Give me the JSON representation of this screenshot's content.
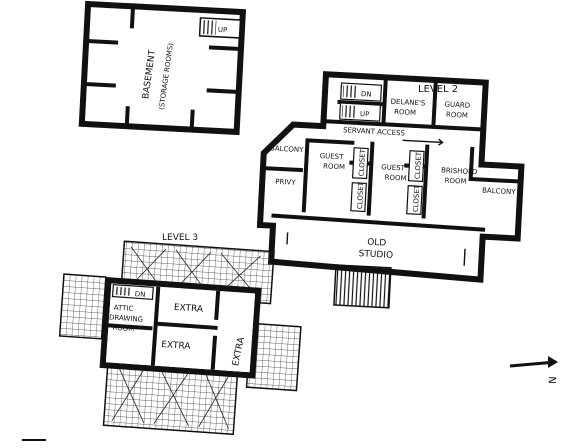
{
  "basement": {
    "title": "BASEMENT",
    "subtitle": "(STORAGE ROOMS)",
    "stairs": "UP"
  },
  "level2": {
    "title": "LEVEL 2",
    "stairs_down": "DN",
    "stairs_up": "UP",
    "rooms": {
      "delanes_room_1": "DELANE'S",
      "delanes_room_2": "ROOM",
      "guard_room_1": "GUARD",
      "guard_room_2": "ROOM",
      "servant_access": "SERVANT ACCESS",
      "balcony_left": "BALCONY",
      "guest_room_1_a": "GUEST",
      "guest_room_1_b": "ROOM",
      "guest_room_2_a": "GUEST",
      "guest_room_2_b": "ROOM",
      "bedroom_1": "BRISHOLD",
      "bedroom_2": "ROOM",
      "balcony_right": "BALCONY",
      "privy": "PRIVY",
      "studio_1": "OLD",
      "studio_2": "STUDIO",
      "closet_a": "CLOSET",
      "closet_b": "CLOSET",
      "closet_c": "CLOSET",
      "closet_d": "CLOSET"
    }
  },
  "level3": {
    "title": "LEVEL 3",
    "stairs": "DN",
    "rooms": {
      "attic_1": "ATTIC",
      "attic_2": "DRAWING",
      "attic_3": "ROOM",
      "extra_top": "EXTRA",
      "extra_bottom": "EXTRA",
      "extra_right": "EXTRA"
    }
  },
  "compass": {
    "label": "N"
  }
}
